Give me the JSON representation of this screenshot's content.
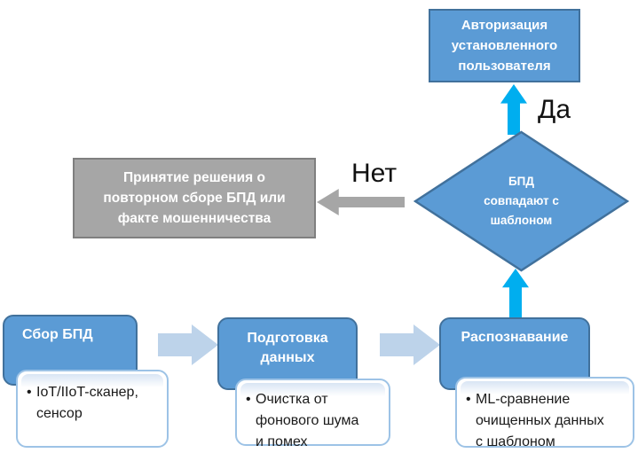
{
  "colors": {
    "node_blue": "#5B9BD5",
    "node_border": "#41719C",
    "gray_fill": "#A6A6A6",
    "gray_border": "#7F7F7F",
    "cyan": "#00AEEF",
    "light_arrow": "#BDD3EA",
    "white_border": "#9DC3E6",
    "band": "#D9E5F4"
  },
  "diagram": {
    "authorization": "Авторизация\nустановленного\nпользователя",
    "decision": "БПД\nсовпадают с\nшаблоном",
    "fraud": "Принятие решения о\nповторном сборе БПД или\nфакте мошенничества",
    "yes_label": "Да",
    "no_label": "Нет",
    "bullet": "•",
    "steps": {
      "collect": {
        "title": "Сбор БПД",
        "detail": "IoT/IIoT-сканер,\nсенсор"
      },
      "prepare": {
        "title": "Подготовка\nданных",
        "detail": "Очистка от\nфонового шума\nи помех"
      },
      "recognize": {
        "title": "Распознавание",
        "detail": "ML-сравнение\nочищенных данных\nс шаблоном"
      }
    }
  }
}
